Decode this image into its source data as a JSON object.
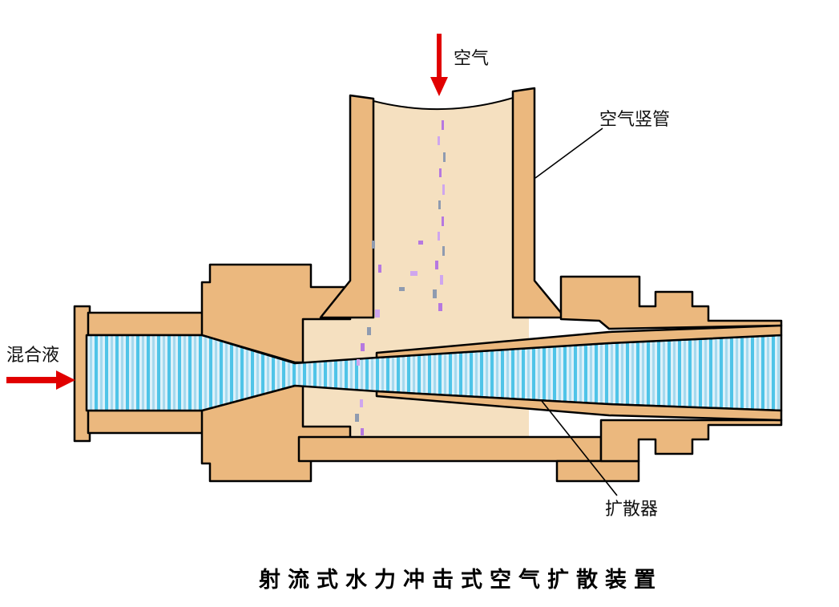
{
  "diagram": {
    "labels": {
      "air": "空气",
      "air_riser": "空气竖管",
      "mixed_liquid": "混合液",
      "diffuser": "扩散器",
      "caption": "射流式水力冲击式空气扩散装置"
    },
    "colors": {
      "body": "#EBB87E",
      "interior": "#F5E0C0",
      "stripe_bg": "#DCF1FA",
      "stripe_cyan": "#4FC4E8",
      "stripe_blue": "#A5D9EE",
      "outline": "#000000",
      "arrow": "#E10000",
      "dash_purple": "#B678E0",
      "dash_light": "#CFA6EE",
      "dash_gray": "#8F9BB0"
    }
  }
}
